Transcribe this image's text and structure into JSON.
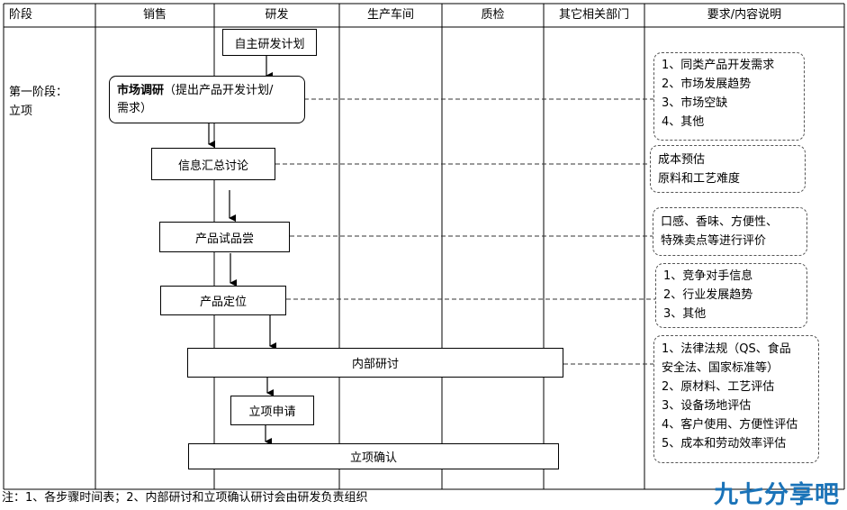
{
  "columns": [
    "阶段",
    "销售",
    "研发",
    "生产车间",
    "质检",
    "其它相关部门",
    "要求/内容说明"
  ],
  "stage": {
    "title": "第一阶段：",
    "sub": "立项"
  },
  "steps": {
    "self_rd_plan": "自主研发计划",
    "market_research_bold": "市场调研",
    "market_research_rest": "（提出产品开发计划/",
    "market_research_line2": "需求）",
    "info_discussion": "信息汇总讨论",
    "product_tasting": "产品试品尝",
    "product_positioning": "产品定位",
    "internal_review": "内部研讨",
    "project_application": "立项申请",
    "project_confirmation": "立项确认"
  },
  "notes": {
    "market": [
      "1、同类产品开发需求",
      "2、市场发展趋势",
      "3、市场空缺",
      "4、其他"
    ],
    "info": [
      "成本预估",
      "原料和工艺难度"
    ],
    "tasting": [
      "口感、香味、方便性、",
      "特殊卖点等进行评价"
    ],
    "positioning": [
      "1、竞争对手信息",
      "2、行业发展趋势",
      "3、其他"
    ],
    "review": [
      "1、法律法规（QS、食品",
      "安全法、国家标准等）",
      "2、原材料、工艺评估",
      "3、设备场地评估",
      "4、客户使用、方便性评估",
      "5、成本和劳动效率评估"
    ]
  },
  "footnote": "注：1、各步骤时间表；2、内部研讨和立项确认研讨会由研发负责组织",
  "watermark": "九七分享吧"
}
